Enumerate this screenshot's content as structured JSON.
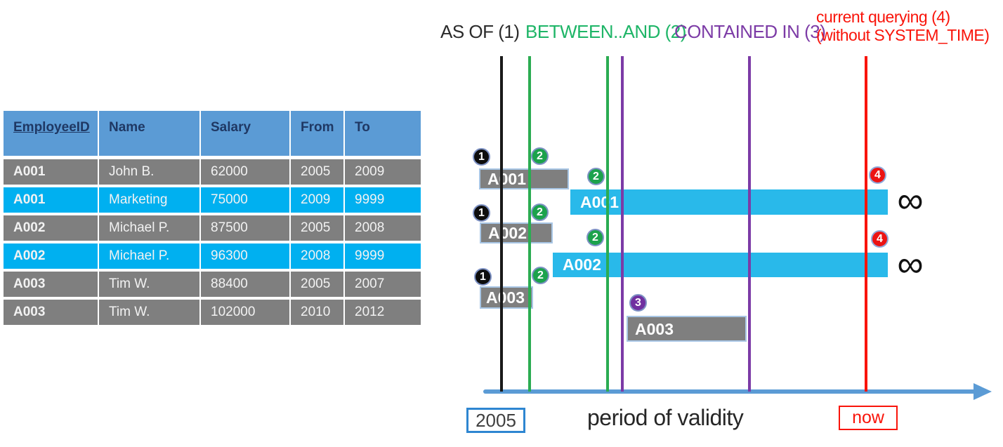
{
  "table": {
    "headers": [
      "EmployeeID",
      "Name",
      "Salary",
      "From",
      "To"
    ],
    "rows": [
      {
        "id": "A001",
        "name": "John  B.",
        "salary": "62000",
        "from": "2005",
        "to": "2009",
        "highlight": false
      },
      {
        "id": "A001",
        "name": "Marketing",
        "salary": "75000",
        "from": "2009",
        "to": "9999",
        "highlight": true
      },
      {
        "id": "A002",
        "name": "Michael P.",
        "salary": "87500",
        "from": "2005",
        "to": "2008",
        "highlight": false
      },
      {
        "id": "A002",
        "name": "Michael P.",
        "salary": "96300",
        "from": "2008",
        "to": "9999",
        "highlight": true
      },
      {
        "id": "A003",
        "name": "Tim W.",
        "salary": "88400",
        "from": "2005",
        "to": "2007",
        "highlight": false
      },
      {
        "id": "A003",
        "name": "Tim W.",
        "salary": "102000",
        "from": "2010",
        "to": "2012",
        "highlight": false
      }
    ]
  },
  "legend": {
    "as_of": "AS OF (1)",
    "between": "BETWEEN..AND (2)",
    "contained": "CONTAINED IN (3)",
    "current_line1": "current querying (4)",
    "current_line2": "(without SYSTEM_TIME)"
  },
  "timeline": {
    "bars": [
      {
        "label": "A001",
        "type": "history"
      },
      {
        "label": "A001",
        "type": "current"
      },
      {
        "label": "A002",
        "type": "history"
      },
      {
        "label": "A002",
        "type": "current"
      },
      {
        "label": "A003",
        "type": "history"
      },
      {
        "label": "A003",
        "type": "history"
      }
    ],
    "badges": [
      "1",
      "2",
      "2",
      "1",
      "2",
      "2",
      "1",
      "2",
      "3",
      "4",
      "4"
    ],
    "infinity": "∞"
  },
  "footer": {
    "start_year": "2005",
    "axis_label": "period of validity",
    "now": "now"
  },
  "colors": {
    "header_blue": "#5B9BD5",
    "row_gray": "#7F7F7F",
    "row_cyan": "#00B0F0",
    "bar_blue": "#29B9EA",
    "green": "#1EB567",
    "purple": "#7C3BA6",
    "red": "#F9140A",
    "axis_blue": "#5B9BD5"
  }
}
